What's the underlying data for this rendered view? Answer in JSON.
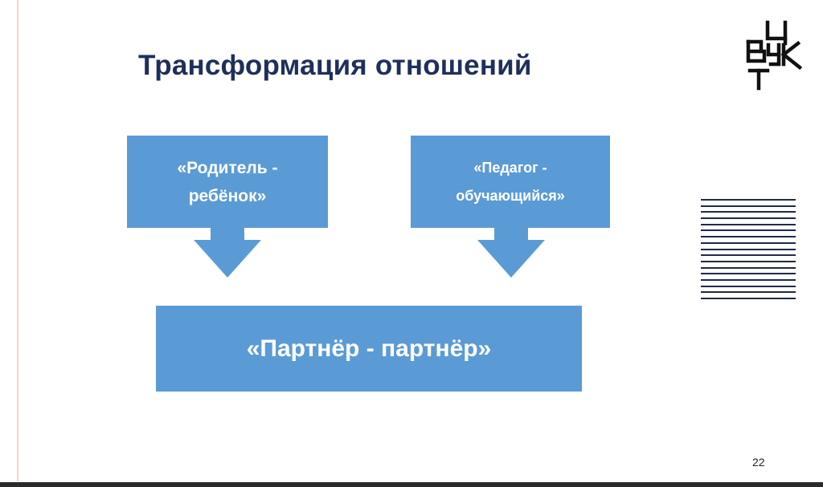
{
  "slide": {
    "title": "Трансформация отношений",
    "boxes": [
      {
        "lines": [
          "«Родитель -",
          "ребёнок»"
        ]
      },
      {
        "lines": [
          "«Педагог -",
          "обучающийся»"
        ]
      },
      {
        "lines": [
          "«Партнёр - партнёр»"
        ]
      }
    ],
    "page_number": "22",
    "logo_icon": "monogram-logo-icon",
    "decor_icon": "horizontal-lines-icon"
  },
  "colors": {
    "title": "#1f2f5c",
    "box_fill": "#5b9bd5",
    "box_text": "#ffffff",
    "accent_rule": "#f3d9c4"
  }
}
